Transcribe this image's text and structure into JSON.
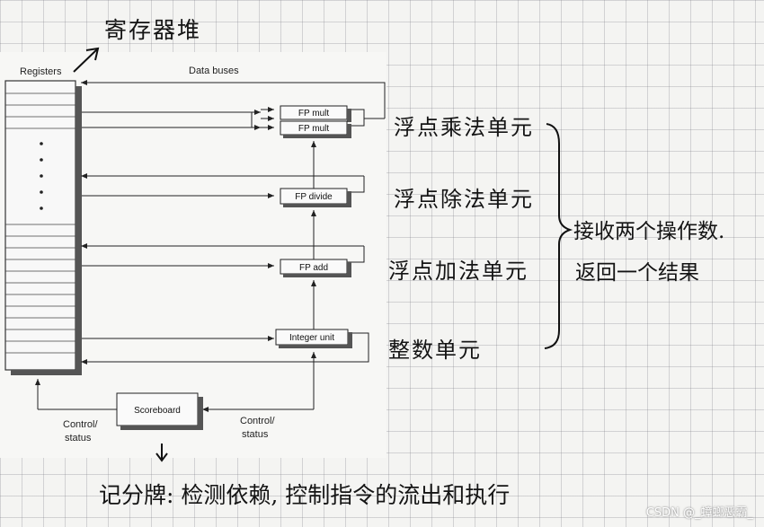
{
  "labels": {
    "registers": "Registers",
    "data_buses": "Data buses",
    "control_status_left": [
      "Control/",
      "status"
    ],
    "control_status_right": [
      "Control/",
      "status"
    ]
  },
  "units": [
    {
      "id": "fp-mult-1",
      "label": "FP mult"
    },
    {
      "id": "fp-mult-2",
      "label": "FP mult"
    },
    {
      "id": "fp-divide",
      "label": "FP divide"
    },
    {
      "id": "fp-add",
      "label": "FP add"
    },
    {
      "id": "integer-unit",
      "label": "Integer unit"
    }
  ],
  "scoreboard": {
    "label": "Scoreboard"
  },
  "annotations": {
    "register_heap": "寄存器堆",
    "fp_mult": "浮点乘法单元",
    "fp_div": "浮点除法单元",
    "fp_add": "浮点加法单元",
    "integer": "整数单元",
    "receive": "接收两个操作数.",
    "return": "返回一个结果",
    "scoreboard_note": "记分牌: 检测依赖, 控制指令的流出和执行"
  },
  "watermark": "CSDN @_蟑螂恶霸_"
}
